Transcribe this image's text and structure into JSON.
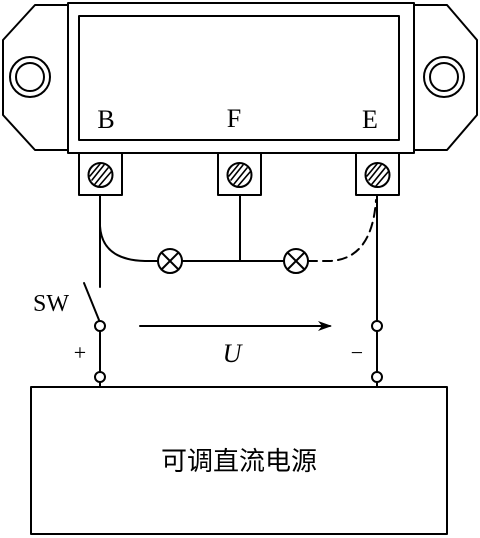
{
  "terminals": {
    "b": "B",
    "f": "F",
    "e": "E"
  },
  "switch_label": "SW",
  "polarity": {
    "plus": "+",
    "minus": "−"
  },
  "voltage_label": "U",
  "power_supply_label": "可调直流电源"
}
